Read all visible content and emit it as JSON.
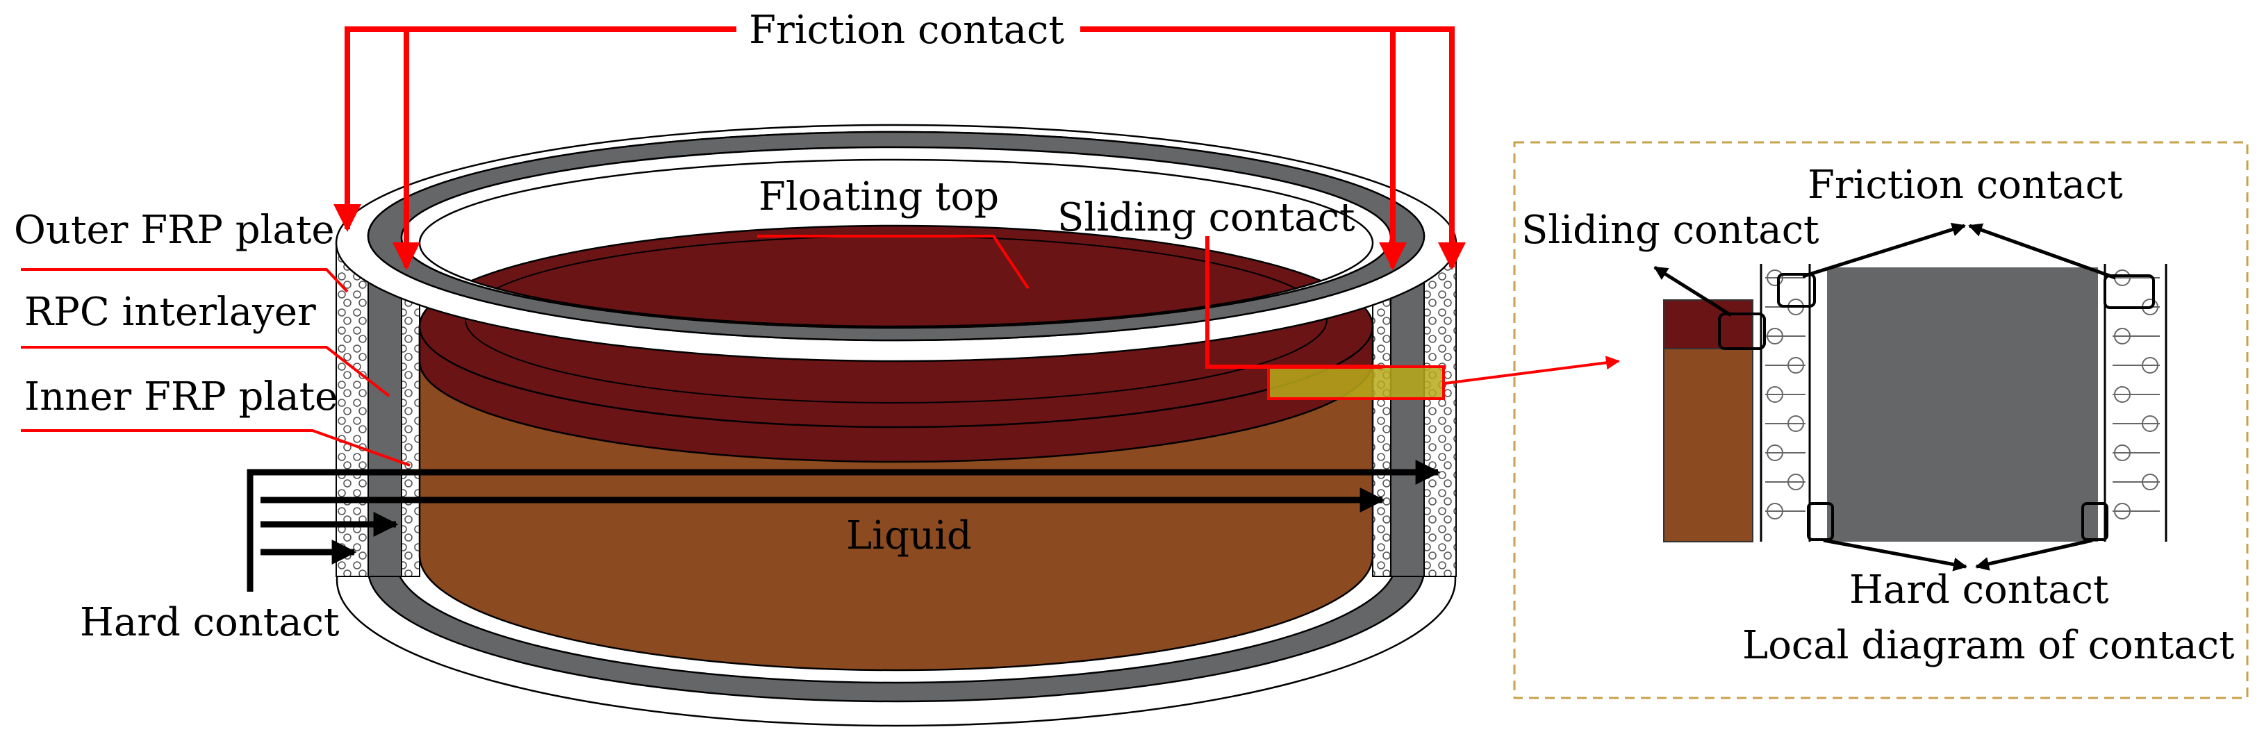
{
  "labels": {
    "friction_contact_top": "Friction contact",
    "floating_top": "Floating top",
    "sliding_contact_main": "Sliding contact",
    "outer_frp_plate": "Outer FRP plate",
    "rpc_interlayer": "RPC interlayer",
    "inner_frp_plate": "Inner FRP plate",
    "liquid": "Liquid",
    "hard_contact_main": "Hard contact",
    "friction_contact_detail": "Friction contact",
    "sliding_contact_detail": "Sliding contact",
    "hard_contact_detail": "Hard contact",
    "local_diagram": "Local diagram of contact"
  },
  "colors": {
    "annotation_red": "#ff0000",
    "liquid_brown": "#8b4a1f",
    "liquid_dark": "#6e3a16",
    "floating_top": "#6b1416",
    "rpc_gray": "#646668",
    "highlight_yellow": "#b7a91a",
    "detail_border": "#c8a24a"
  }
}
